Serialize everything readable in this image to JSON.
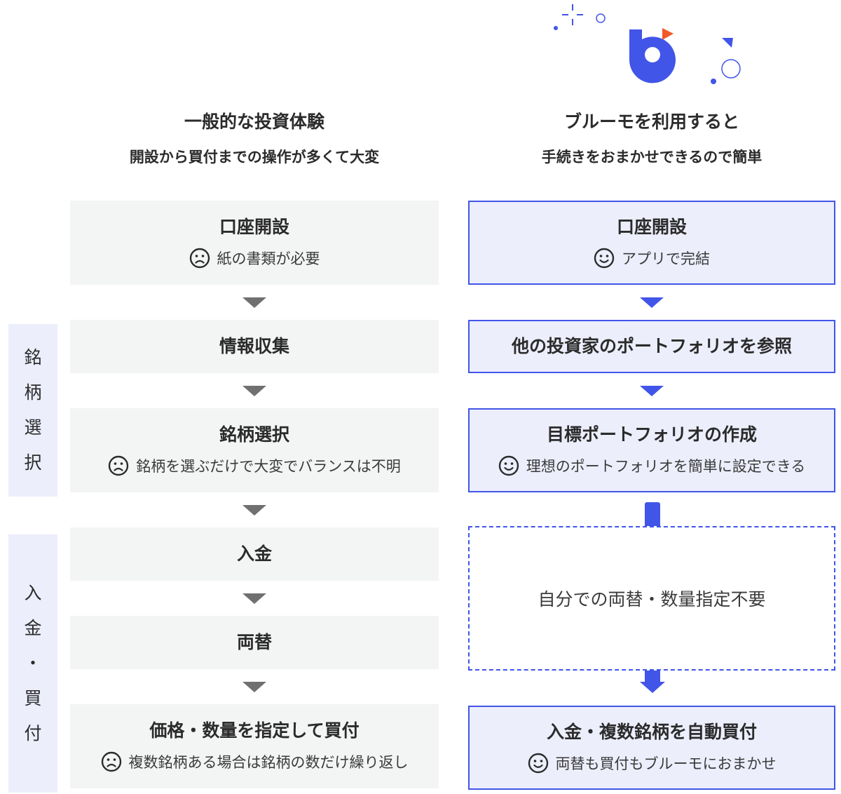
{
  "left_column": {
    "title": "一般的な投資体験",
    "subtitle": "開設から買付までの操作が多くて大変",
    "steps": [
      {
        "title": "口座開設",
        "note": "紙の書類が必要",
        "icon": "sad-face-icon"
      },
      {
        "title": "情報収集"
      },
      {
        "title": "銘柄選択",
        "note": "銘柄を選ぶだけで大変でバランスは不明",
        "icon": "sad-face-icon"
      },
      {
        "title": "入金"
      },
      {
        "title": "両替"
      },
      {
        "title": "価格・数量を指定して買付",
        "note": "複数銘柄ある場合は銘柄の数だけ繰り返し",
        "icon": "sad-face-icon"
      }
    ]
  },
  "right_column": {
    "title": "ブルーモを利用すると",
    "subtitle": "手続きをおまかせできるので簡単",
    "steps": [
      {
        "title": "口座開設",
        "note": "アプリで完結",
        "icon": "smile-face-icon"
      },
      {
        "title": "他の投資家のポートフォリオを参照"
      },
      {
        "title": "目標ポートフォリオの作成",
        "note": "理想のポートフォリオを簡単に設定できる",
        "icon": "smile-face-icon"
      },
      {
        "note_only": "自分での両替・数量指定不要"
      },
      {
        "title": "入金・複数銘柄を自動買付",
        "note": "両替も買付もブルーモにおまかせ",
        "icon": "smile-face-icon"
      }
    ]
  },
  "side_labels": {
    "stock_selection": [
      "銘",
      "柄",
      "選",
      "択"
    ],
    "deposit_purchase": [
      "入",
      "金",
      "・",
      "買",
      "付"
    ]
  },
  "colors": {
    "accent_blue": "#4155e8",
    "accent_orange": "#f0592a",
    "left_box_bg": "#f3f4f4",
    "right_box_bg": "#eceefc",
    "arrow_gray": "#707070"
  }
}
